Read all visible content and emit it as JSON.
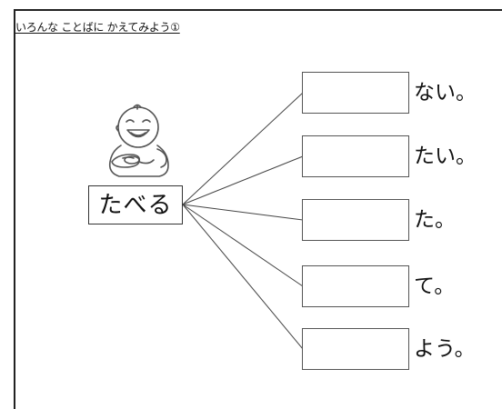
{
  "worksheet": {
    "title": "いろんな ことばに かえてみよう①",
    "base_word": "たべる",
    "suffixes": [
      "ない。",
      "たい。",
      "た。",
      "て。",
      "よう。"
    ]
  }
}
